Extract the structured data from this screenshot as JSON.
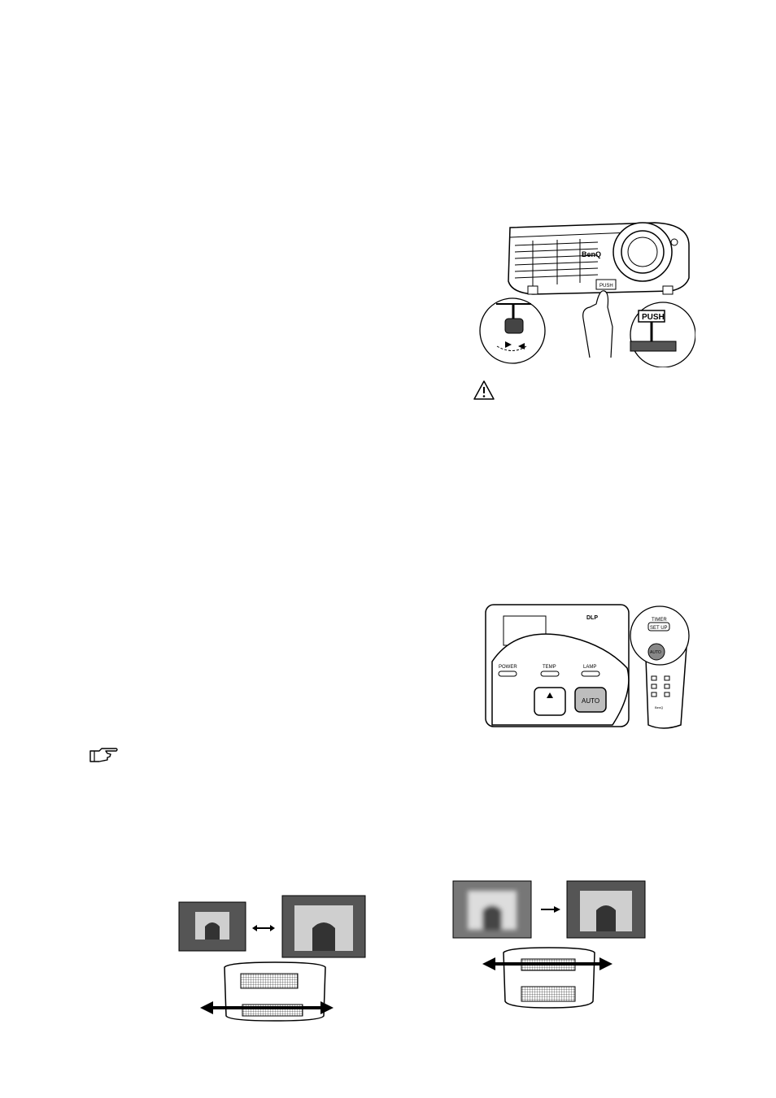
{
  "projector_figure": {
    "brand": "BenQ",
    "foot_button_label": "PUSH",
    "push_button_label": "PUSH"
  },
  "warning": {
    "icon": "warning-triangle-icon"
  },
  "note": {
    "icon": "pointing-hand-icon"
  },
  "auto_figure": {
    "panel_logo": "DLP",
    "panel_labels": [
      "POWER",
      "TEMP",
      "LAMP"
    ],
    "panel_auto_key": "AUTO",
    "remote_timer": "TIMER",
    "remote_setup": "SET UP",
    "remote_auto": "AUTO",
    "remote_brand": "BenQ"
  },
  "zoom_figure": {
    "arrow": "double-arrow-icon"
  },
  "focus_figure": {
    "arrow": "right-arrow-icon"
  },
  "colors": {
    "ink": "#000000",
    "panel_gray": "#bdbdbd",
    "photo_dark": "#3a3a3a"
  }
}
